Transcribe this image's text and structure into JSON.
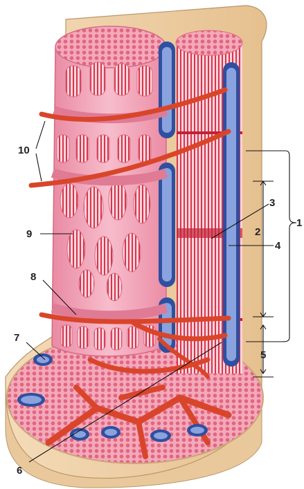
{
  "labels": {
    "l1": "1",
    "l2": "2",
    "l3": "3",
    "l4": "4",
    "l5": "5",
    "l6": "6",
    "l7": "7",
    "l8": "8",
    "l9": "9",
    "l10": "10"
  },
  "colors": {
    "cytoplasm": "#f5a3b8",
    "cytoplasm_dark": "#e07b95",
    "reticulum": "#f7bfd0",
    "vessel": "#d9452a",
    "vessel_dark": "#a8301c",
    "mitochondria_out": "#2f4fa0",
    "mitochondria_in": "#ffffff",
    "myofibril": "#d8344a",
    "sarcolemma": "#f3d9b3",
    "sarcolemma_edge": "#c9a77a"
  }
}
